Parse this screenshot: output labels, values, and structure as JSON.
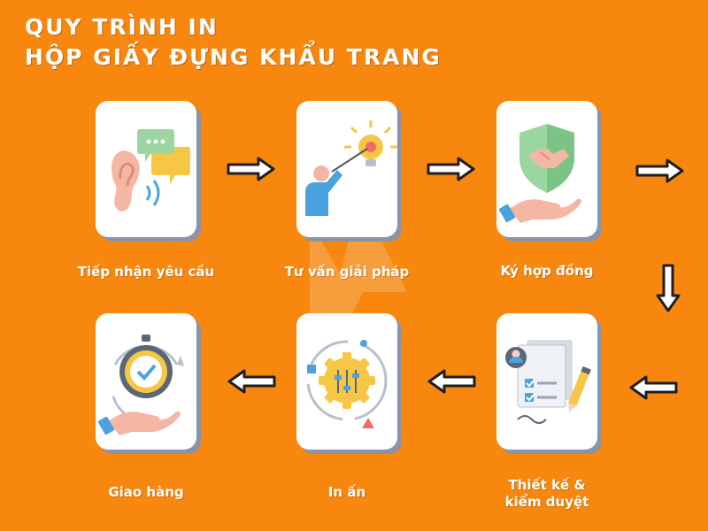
{
  "header": {
    "title_line1": "QUY TRÌNH IN",
    "title_line2": "HỘP GIẤY ĐỰNG KHẨU TRANG"
  },
  "steps": [
    {
      "label": "Tiếp nhận yêu cầu",
      "icon": "ear-speech-icon"
    },
    {
      "label": "Tư vấn giải pháp",
      "icon": "consultant-lightbulb-icon"
    },
    {
      "label": "Ký hợp đồng",
      "icon": "handshake-shield-icon"
    },
    {
      "label_line1": "Thiết kế &",
      "label_line2": "kiểm duyệt",
      "icon": "document-checklist-pencil-icon"
    },
    {
      "label": "In ấn",
      "icon": "gear-sliders-icon"
    },
    {
      "label": "Giao hàng",
      "icon": "stopwatch-hand-icon"
    }
  ],
  "colors": {
    "background": "#f7870f",
    "card": "#ffffff",
    "card_shadow": "#8b93a6",
    "text": "#ffffff",
    "arrow_fill": "#ffffff",
    "arrow_outline": "#1e1e1e"
  }
}
